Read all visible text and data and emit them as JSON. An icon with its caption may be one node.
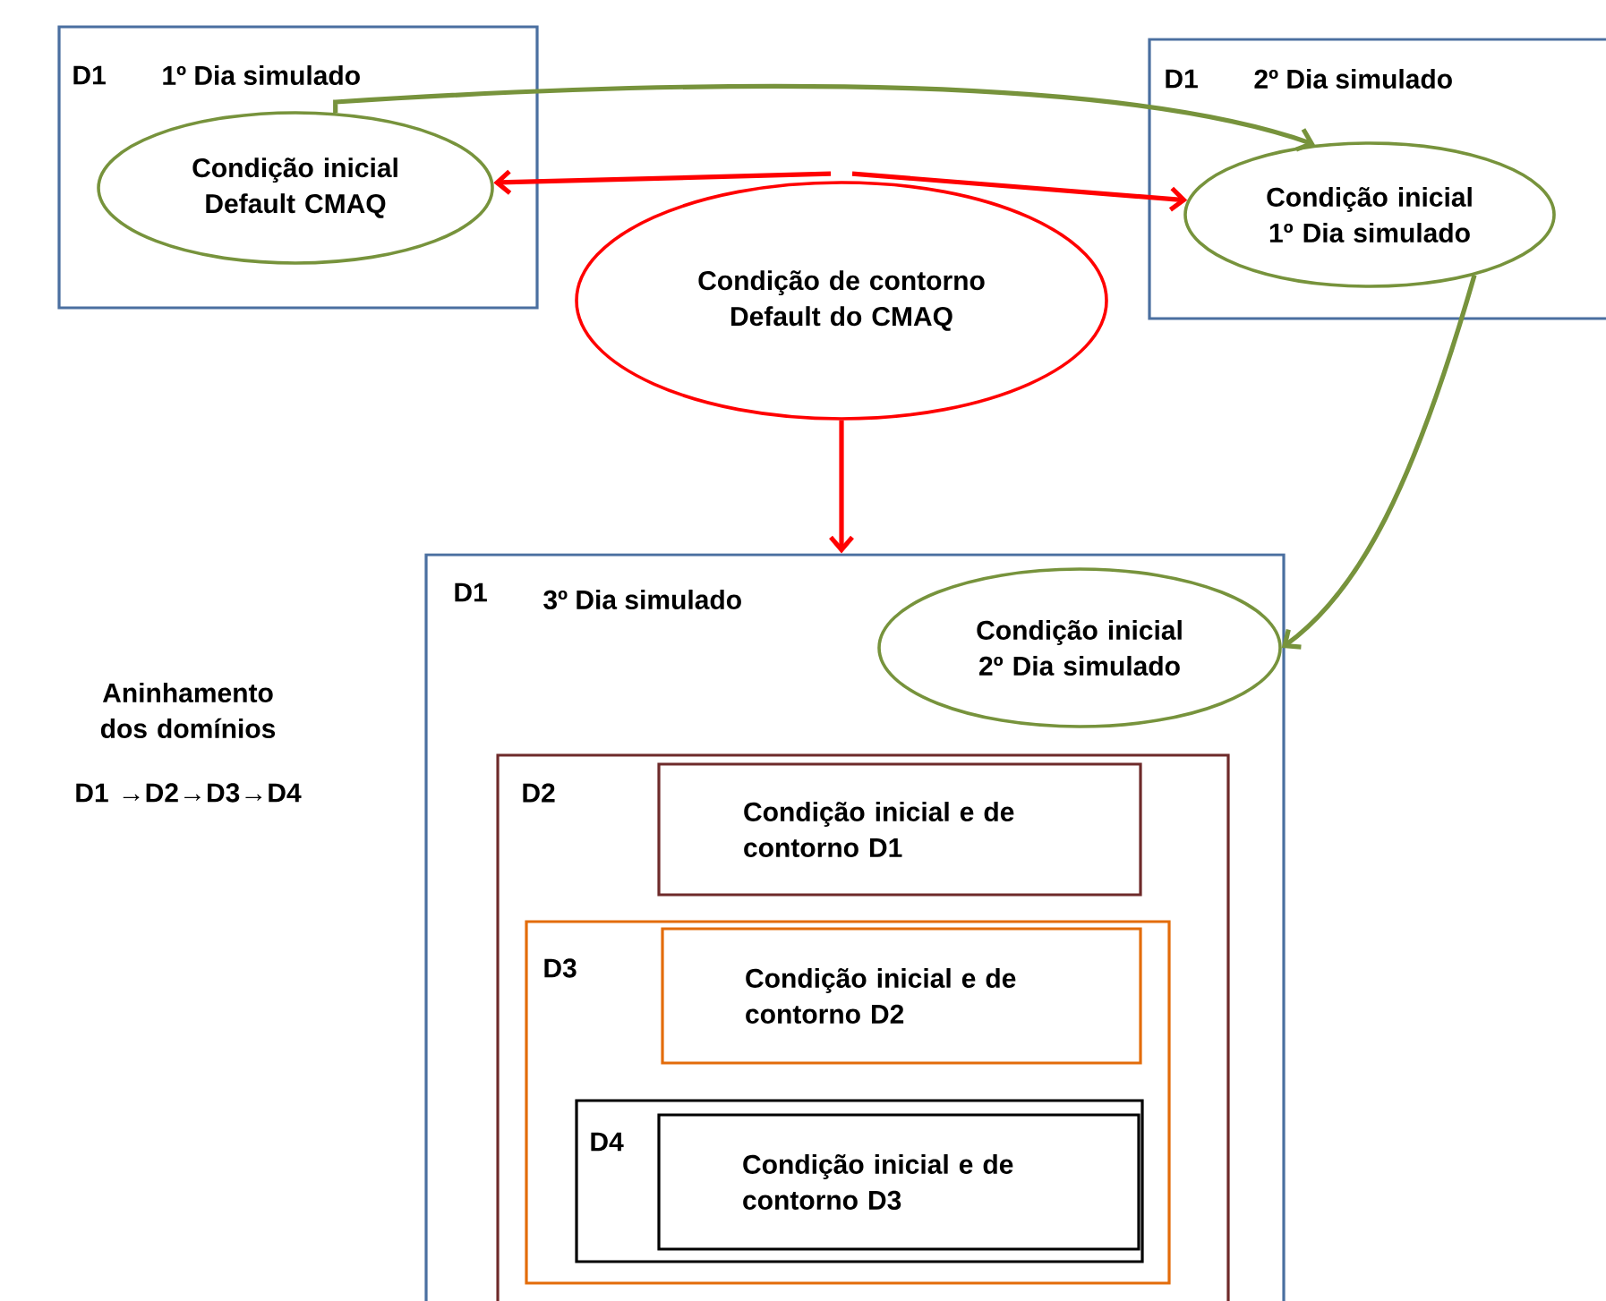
{
  "diagram": {
    "nodes": [
      {
        "text": [
          "D1",
          "1º Dia simulado"
        ]
      },
      {
        "text": [
          "Condição inicial Default CMAQ"
        ],
        "in": 0
      },
      {
        "text": [
          "D1",
          "2º Dia simulado"
        ]
      },
      {
        "text": [
          "Condição inicial 1º Dia simulado"
        ],
        "in": 2
      },
      {
        "text": [
          "Condição de contorno Default  do CMAQ"
        ]
      },
      {
        "text": [
          "D1",
          "3º Dia simulado"
        ]
      },
      {
        "text": [
          "Condição inicial 2º Dia simulado"
        ],
        "in": 5
      },
      {
        "text": [
          "D2"
        ],
        "in": 5
      },
      {
        "text": [
          "Condição inicial e de contorno D1"
        ],
        "in": 7
      },
      {
        "text": [
          "D3"
        ],
        "in": 7
      },
      {
        "text": [
          "Condição inicial e de contorno D2"
        ],
        "in": 9
      },
      {
        "text": [
          "D4"
        ],
        "in": 9
      },
      {
        "text": [
          "Condição inicial e de contorno D3"
        ],
        "in": 11
      }
    ],
    "edges": [
      {
        "from": 4,
        "to": 1,
        "arrow": "to",
        "color": "#ff0000"
      },
      {
        "from": 4,
        "to": 3,
        "arrow": "to",
        "color": "#ff0000"
      },
      {
        "from": 4,
        "to": 5,
        "arrow": "to",
        "color": "#ff0000"
      },
      {
        "from": 1,
        "to": 3,
        "arrow": "to",
        "color": "#77933c"
      },
      {
        "from": 3,
        "to": 6,
        "arrow": "to",
        "color": "#77933c"
      }
    ],
    "labels": [
      "Aninhamento dos domínios",
      "D1 →D2→D3→D4"
    ]
  }
}
